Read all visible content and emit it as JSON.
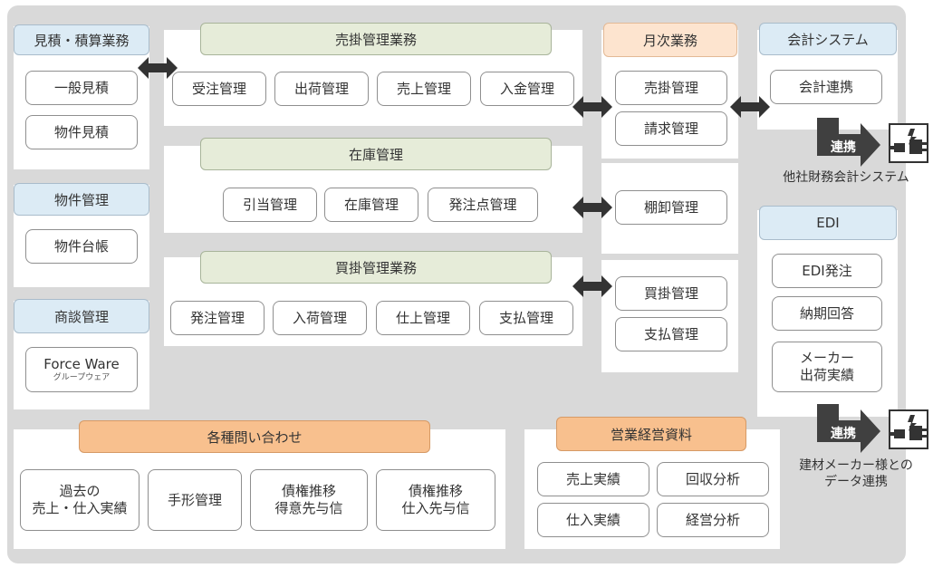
{
  "estimate": {
    "title": "見積・積算業務",
    "items": [
      "一般見積",
      "物件見積"
    ]
  },
  "property": {
    "title": "物件管理",
    "items": [
      "物件台帳"
    ]
  },
  "negotiation": {
    "title": "商談管理",
    "item_main": "Force Ware",
    "item_sub": "グループウェア"
  },
  "sales": {
    "title": "売掛管理業務",
    "items": [
      "受注管理",
      "出荷管理",
      "売上管理",
      "入金管理"
    ]
  },
  "inventory": {
    "title": "在庫管理",
    "items": [
      "引当管理",
      "在庫管理",
      "発注点管理"
    ]
  },
  "purchase": {
    "title": "買掛管理業務",
    "items": [
      "発注管理",
      "入荷管理",
      "仕上管理",
      "支払管理"
    ]
  },
  "monthly": {
    "title": "月次業務",
    "items": [
      "売掛管理",
      "請求管理",
      "棚卸管理",
      "買掛管理",
      "支払管理"
    ]
  },
  "accounting": {
    "title": "会計システム",
    "items": [
      "会計連携"
    ],
    "link_label": "連携",
    "external": "他社財務会計システム"
  },
  "edi": {
    "title": "EDI",
    "items": [
      "EDI発注",
      "納期回答"
    ],
    "item3_line1": "メーカー",
    "item3_line2": "出荷実績",
    "link_label": "連携",
    "external_line1": "建材メーカー様との",
    "external_line2": "データ連携"
  },
  "inquiries": {
    "title": "各種問い合わせ",
    "items": [
      {
        "l1": "過去の",
        "l2": "売上・仕入実績"
      },
      {
        "l1": "手形管理",
        "l2": ""
      },
      {
        "l1": "債権推移",
        "l2": "得意先与信"
      },
      {
        "l1": "債権推移",
        "l2": "仕入先与信"
      }
    ]
  },
  "business": {
    "title": "営業経営資料",
    "items": [
      "売上実績",
      "回収分析",
      "仕入実績",
      "経営分析"
    ]
  },
  "colors": {
    "background": "#d9d9d9",
    "header_blue": "#dcebf5",
    "header_green": "#e6ecd9",
    "header_orange": "#fde4cf",
    "header_orange_strong": "#f8c08e",
    "arrow": "#333333"
  }
}
